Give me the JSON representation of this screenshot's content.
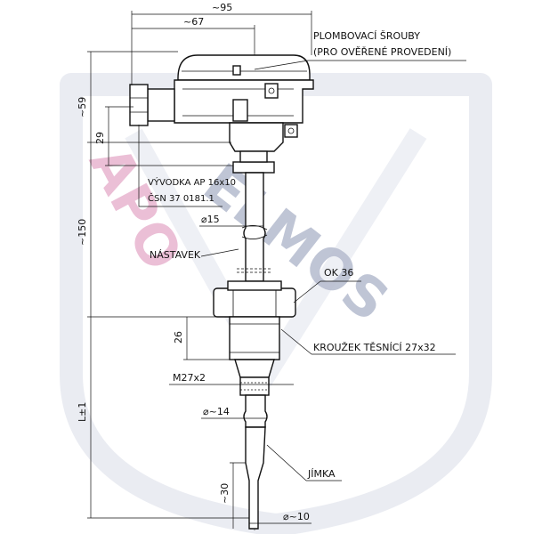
{
  "watermark": {
    "text_left": "APO",
    "text_right": "ELMOS",
    "color_left": "#e8b4cf",
    "color_right": "#b9bfd1",
    "shield_color": "#e3e6ee"
  },
  "dimensions": {
    "overall_width": "~95",
    "head_width": "~67",
    "head_height": "~59",
    "offset_29": "29",
    "neck_length": "~150",
    "diameter_15": "⌀15",
    "thread_length": "26",
    "thread": "M27x2",
    "length_L": "L±1",
    "diameter_14": "⌀~14",
    "tip_length": "~30",
    "diameter_10": "⌀~10"
  },
  "labels": {
    "seal_screws_line1": "PLOMBOVACÍ ŠROUBY",
    "seal_screws_line2": "(PRO OVĚŘENÉ PROVEDENÍ)",
    "outlet_line1": "VÝVODKA AP 16x10",
    "outlet_line2": "ČSN 37 0181.1",
    "extension": "NÁSTAVEK",
    "wrench": "OK 36",
    "sealing_ring": "KROUŽEK TĚSNÍCÍ 27x32",
    "thermowell": "JÍMKA"
  }
}
